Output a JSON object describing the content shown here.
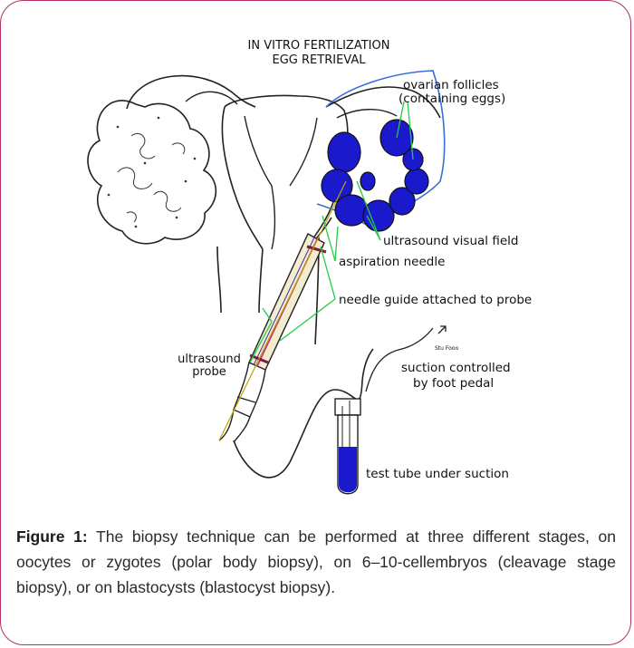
{
  "diagram": {
    "title_line1": "IN VITRO FERTILIZATION",
    "title_line2": "EGG RETRIEVAL",
    "labels": {
      "follicles_line1": "ovarian follicles",
      "follicles_line2": "(containing eggs)",
      "visual_field": "ultrasound visual field",
      "aspiration_needle": "aspiration needle",
      "needle_guide": "needle guide attached to probe",
      "probe_line1": "ultrasound",
      "probe_line2": "probe",
      "suction_line1": "suction controlled",
      "suction_line2": "by foot pedal",
      "test_tube": "test tube under suction"
    },
    "colors": {
      "follicle": "#1a1acc",
      "leader_lines": "#22cc44",
      "visual_field": "#3a6fd8",
      "outline": "#222222"
    }
  },
  "caption": {
    "label": "Figure 1:",
    "text": " The biopsy technique can be performed at three different stages, on oocytes or zygotes (polar body biopsy), on 6–10-cellembryos (cleavage stage biopsy), or on blastocysts (blastocyst biopsy)."
  }
}
